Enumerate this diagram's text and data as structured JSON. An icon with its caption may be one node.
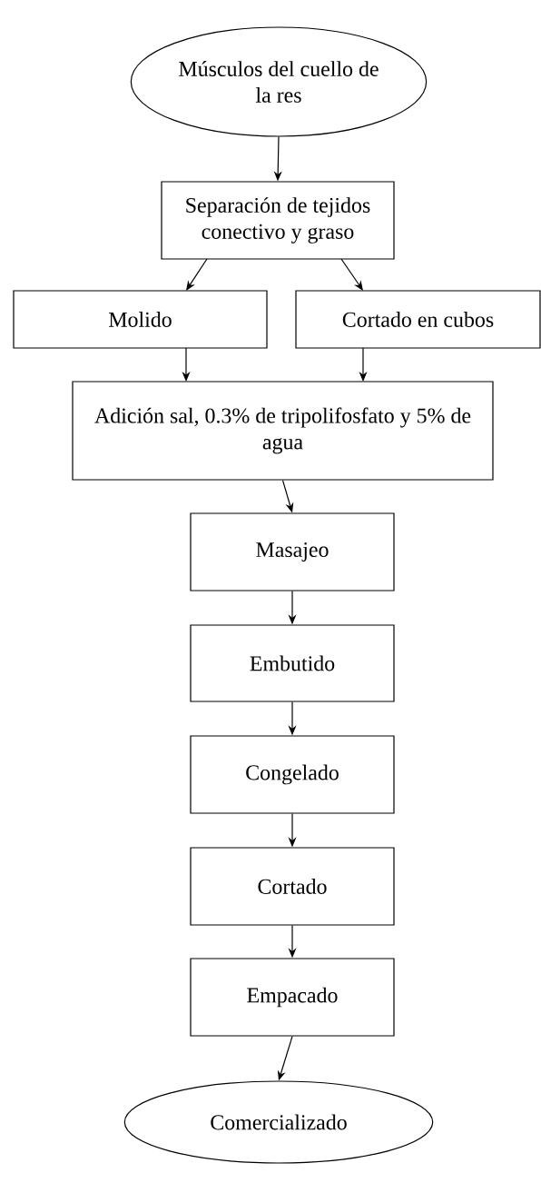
{
  "diagram": {
    "nodes": [
      {
        "text": [
          "Músculos del cuello de la res"
        ]
      },
      {
        "text": [
          "Separación de tejidos conectivo y graso"
        ]
      },
      {
        "text": [
          "Molido"
        ]
      },
      {
        "text": [
          "Cortado en cubos"
        ]
      },
      {
        "text": [
          "Adición sal, 0.3% de tripolifosfato y 5% de agua"
        ]
      },
      {
        "text": [
          "Masajeo"
        ]
      },
      {
        "text": [
          "Embutido"
        ]
      },
      {
        "text": [
          "Congelado"
        ]
      },
      {
        "text": [
          "Cortado"
        ]
      },
      {
        "text": [
          "Empacado"
        ]
      },
      {
        "text": [
          "Comercializado"
        ]
      }
    ],
    "edges": [
      {
        "from": 0,
        "to": 1,
        "arrow": "to"
      },
      {
        "from": 1,
        "to": 2,
        "arrow": "to"
      },
      {
        "from": 1,
        "to": 3,
        "arrow": "to"
      },
      {
        "from": 2,
        "to": 4,
        "arrow": "to"
      },
      {
        "from": 3,
        "to": 4,
        "arrow": "to"
      },
      {
        "from": 4,
        "to": 5,
        "arrow": "to"
      },
      {
        "from": 5,
        "to": 6,
        "arrow": "to"
      },
      {
        "from": 6,
        "to": 7,
        "arrow": "to"
      },
      {
        "from": 7,
        "to": 8,
        "arrow": "to"
      },
      {
        "from": 8,
        "to": 9,
        "arrow": "to"
      },
      {
        "from": 9,
        "to": 10,
        "arrow": "to"
      }
    ]
  }
}
